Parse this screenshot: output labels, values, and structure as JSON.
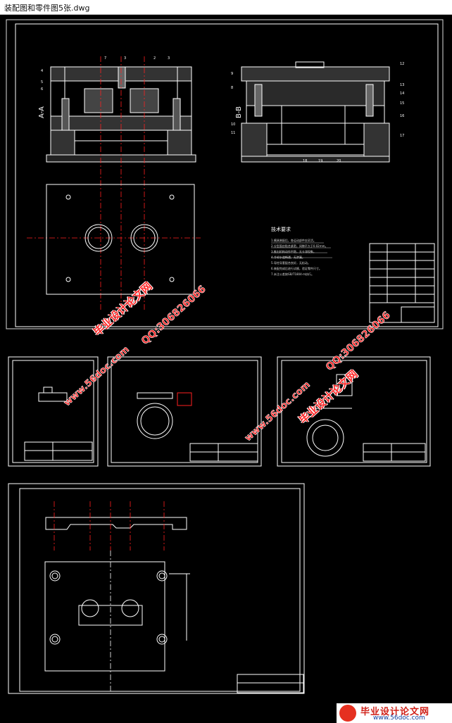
{
  "window": {
    "title": "装配图和零件图5张.dwg"
  },
  "drawing": {
    "section_labels": [
      "A-A",
      "B-B"
    ],
    "callouts_left": [
      "4",
      "5",
      "6",
      "7",
      "3",
      "2",
      "3"
    ],
    "callouts_right": [
      "12",
      "13",
      "14",
      "15",
      "16",
      "17",
      "8",
      "9",
      "10",
      "11",
      "18",
      "19",
      "20"
    ],
    "tech_req_title": "技术要求",
    "tech_req_lines": [
      "1.模具装配后，各运动部件应灵活。",
      "2.分型面应贴合紧密，间隙不大于0.02mm。",
      "3.推出机构动作平稳，无卡滞现象。",
      "4.冷却水道畅通，无渗漏。",
      "5.导柱导套配合良好，无松动。",
      "6.装配完成后进行试模，验证零件尺寸。",
      "7.未注公差按GB/T1804-m执行。"
    ]
  },
  "watermarks": {
    "brand": "毕业设计论文网",
    "site": "www.56doc.com",
    "qq": "QQ:306826066"
  },
  "footer": {
    "brand": "毕业设计论文网",
    "site": "www.56doc.com"
  },
  "colors": {
    "background": "#000000",
    "line": "#ffffff",
    "centerline": "#ff2020",
    "watermark": "#ff2020"
  }
}
